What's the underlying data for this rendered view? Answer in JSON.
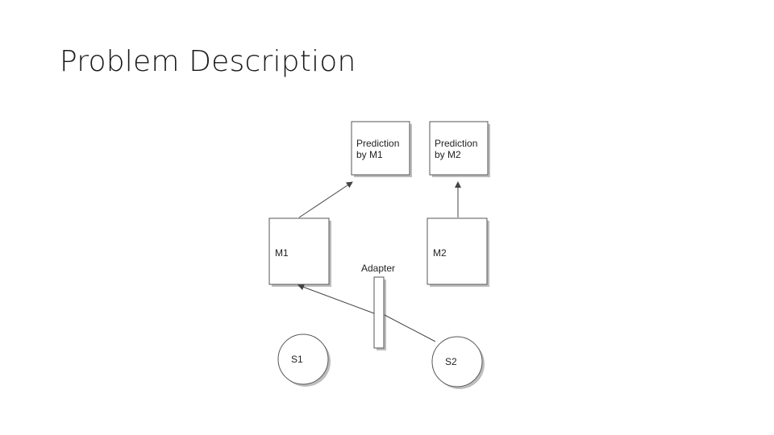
{
  "slide": {
    "title": "Problem Description"
  },
  "diagram": {
    "nodes": {
      "pred_m1": {
        "line1": "Prediction",
        "line2": "by M1"
      },
      "pred_m2": {
        "line1": "Prediction",
        "line2": "by M2"
      },
      "m1": {
        "label": "M1"
      },
      "m2": {
        "label": "M2"
      },
      "adapter": {
        "label": "Adapter"
      },
      "s1": {
        "label": "S1"
      },
      "s2": {
        "label": "S2"
      }
    },
    "edges": [
      {
        "from": "m1",
        "to": "pred_m1"
      },
      {
        "from": "m2",
        "to": "pred_m2"
      },
      {
        "from": "s2",
        "to": "adapter"
      },
      {
        "from": "adapter",
        "to": "m1"
      }
    ],
    "colors": {
      "stroke": "#555555",
      "text": "#222222",
      "shadow": "#bdbdbd"
    }
  }
}
